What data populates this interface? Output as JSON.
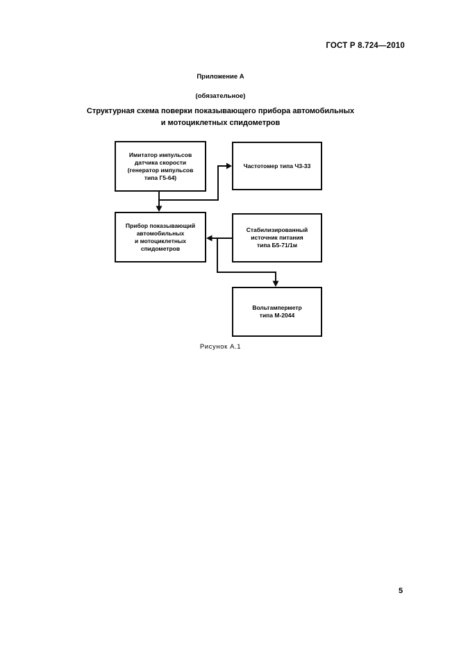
{
  "document": {
    "standard_ref": "ГОСТ Р 8.724—2010",
    "appendix": {
      "title": "Приложение А",
      "subtitle": "(обязательное)"
    },
    "title_lines": [
      "Структурная схема поверки показывающего прибора автомобильных",
      "и мотоциклетных спидометров"
    ],
    "figure_caption": "Рисунок А.1",
    "page_number": "5"
  },
  "diagram": {
    "type": "block-diagram",
    "boxes": [
      {
        "id": "pulse-simulator",
        "lines": [
          "Имитатор импульсов",
          "датчика скорости",
          "(генератор импульсов",
          "типа Г5-64)"
        ]
      },
      {
        "id": "frequency-meter",
        "lines": [
          "Частотомер типа Ч3-33"
        ]
      },
      {
        "id": "speedometer-indicator",
        "lines": [
          "Прибор показывающий",
          "автомобильных",
          "и мотоциклетных",
          "спидометров"
        ]
      },
      {
        "id": "power-supply",
        "lines": [
          "Стабилизированный",
          "источник питания",
          "типа Б5-71/1м"
        ]
      },
      {
        "id": "voltammeter",
        "lines": [
          "Вольтамперметр",
          "типа М-2044"
        ]
      }
    ],
    "connections": [
      {
        "from": "pulse-simulator",
        "to": "speedometer-indicator"
      },
      {
        "from": "pulse-simulator",
        "to": "frequency-meter"
      },
      {
        "from": "power-supply",
        "to": "speedometer-indicator"
      },
      {
        "from": "power-supply",
        "to": "voltammeter"
      }
    ]
  }
}
